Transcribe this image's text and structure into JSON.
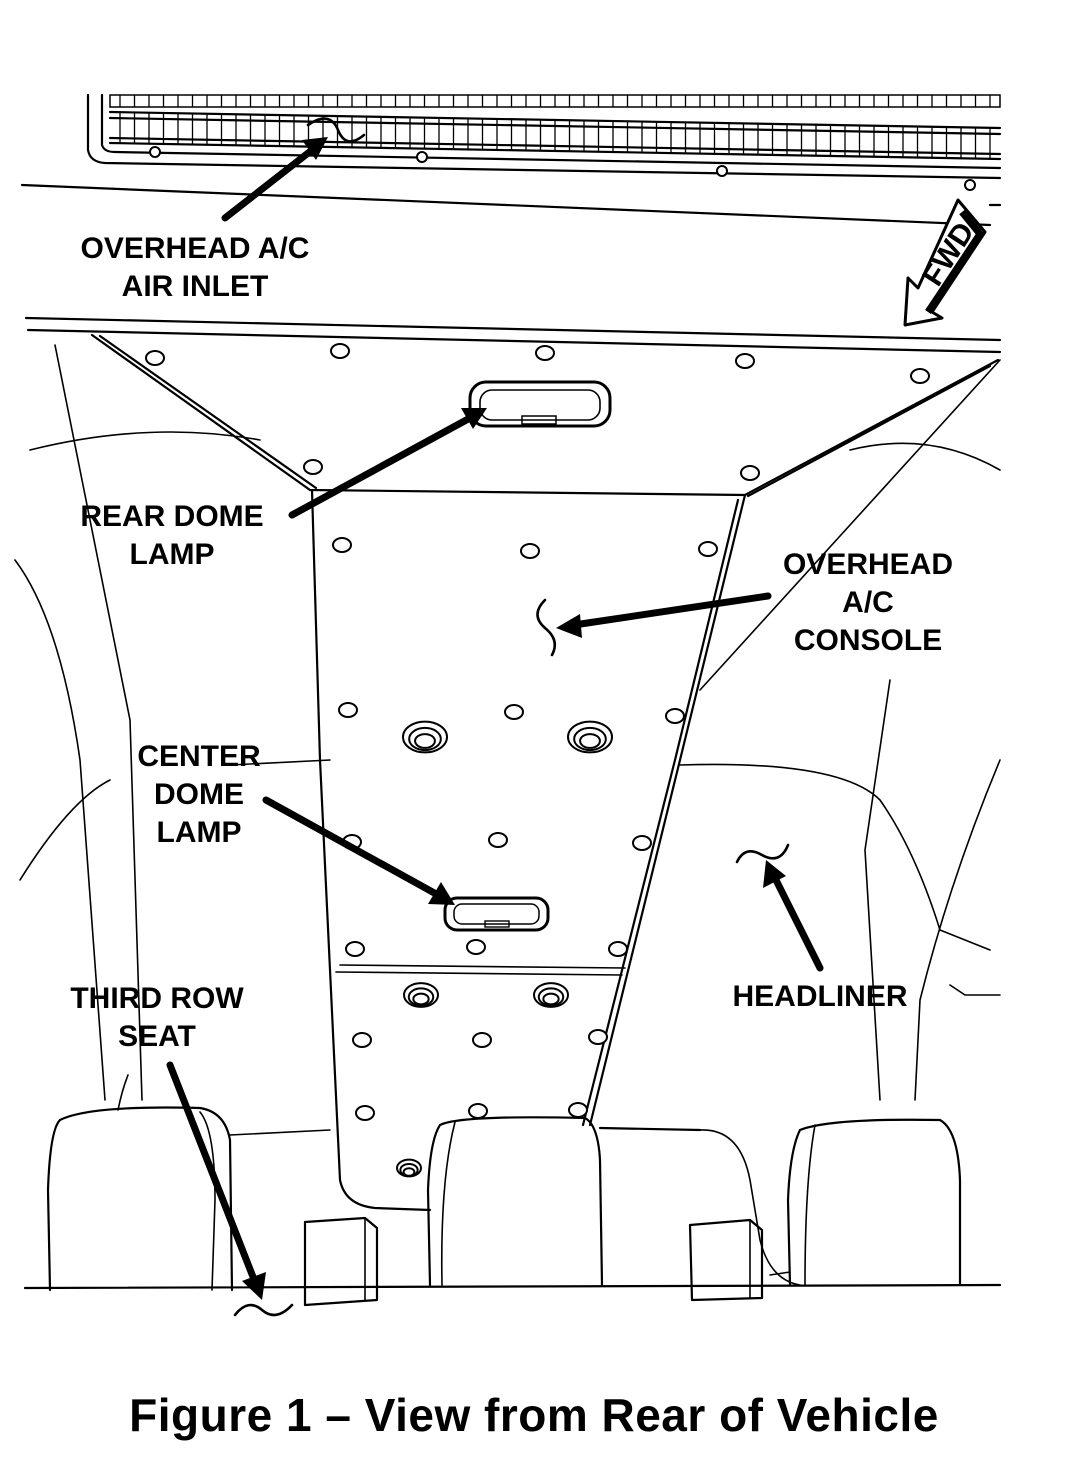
{
  "labels": {
    "ac_inlet": [
      "OVERHEAD A/C",
      "AIR INLET"
    ],
    "rear_dome": [
      "REAR DOME",
      "LAMP"
    ],
    "ac_console": [
      "OVERHEAD",
      "A/C",
      "CONSOLE"
    ],
    "center_dome": [
      "CENTER",
      "DOME",
      "LAMP"
    ],
    "third_row": [
      "THIRD ROW",
      "SEAT"
    ],
    "headliner": [
      "HEADLINER"
    ],
    "fwd": "FWD"
  },
  "caption": "Figure 1 – View from Rear of Vehicle"
}
